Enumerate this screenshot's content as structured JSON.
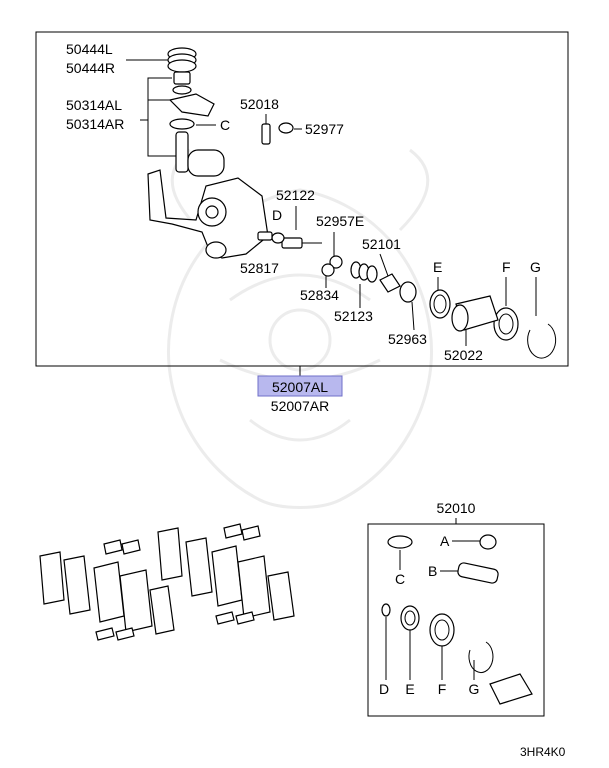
{
  "diagram_code": "3HR4K0",
  "caliper": {
    "assembly_left": "52007AL",
    "assembly_right": "52007AR",
    "parts": {
      "spring_left": "50444L",
      "spring_right": "50444R",
      "bracket_left": "50314AL",
      "bracket_right": "50314AR",
      "ref_c": "C",
      "bleeder_screw": "52018",
      "bleeder_cap": "52977",
      "guide_pin": "52122",
      "ref_d": "D",
      "boot_small": "52957E",
      "sleeve_pin": "52817",
      "lock_pin": "52101",
      "ref_e": "E",
      "ref_f": "F",
      "ref_g": "G",
      "washer": "52834",
      "lock_spring": "52123",
      "seal": "52963",
      "piston": "52022"
    }
  },
  "seal_kit": {
    "number": "52010",
    "ref_a": "A",
    "ref_b": "B",
    "ref_c": "C",
    "ref_d": "D",
    "ref_e": "E",
    "ref_f": "F",
    "ref_g": "G"
  }
}
